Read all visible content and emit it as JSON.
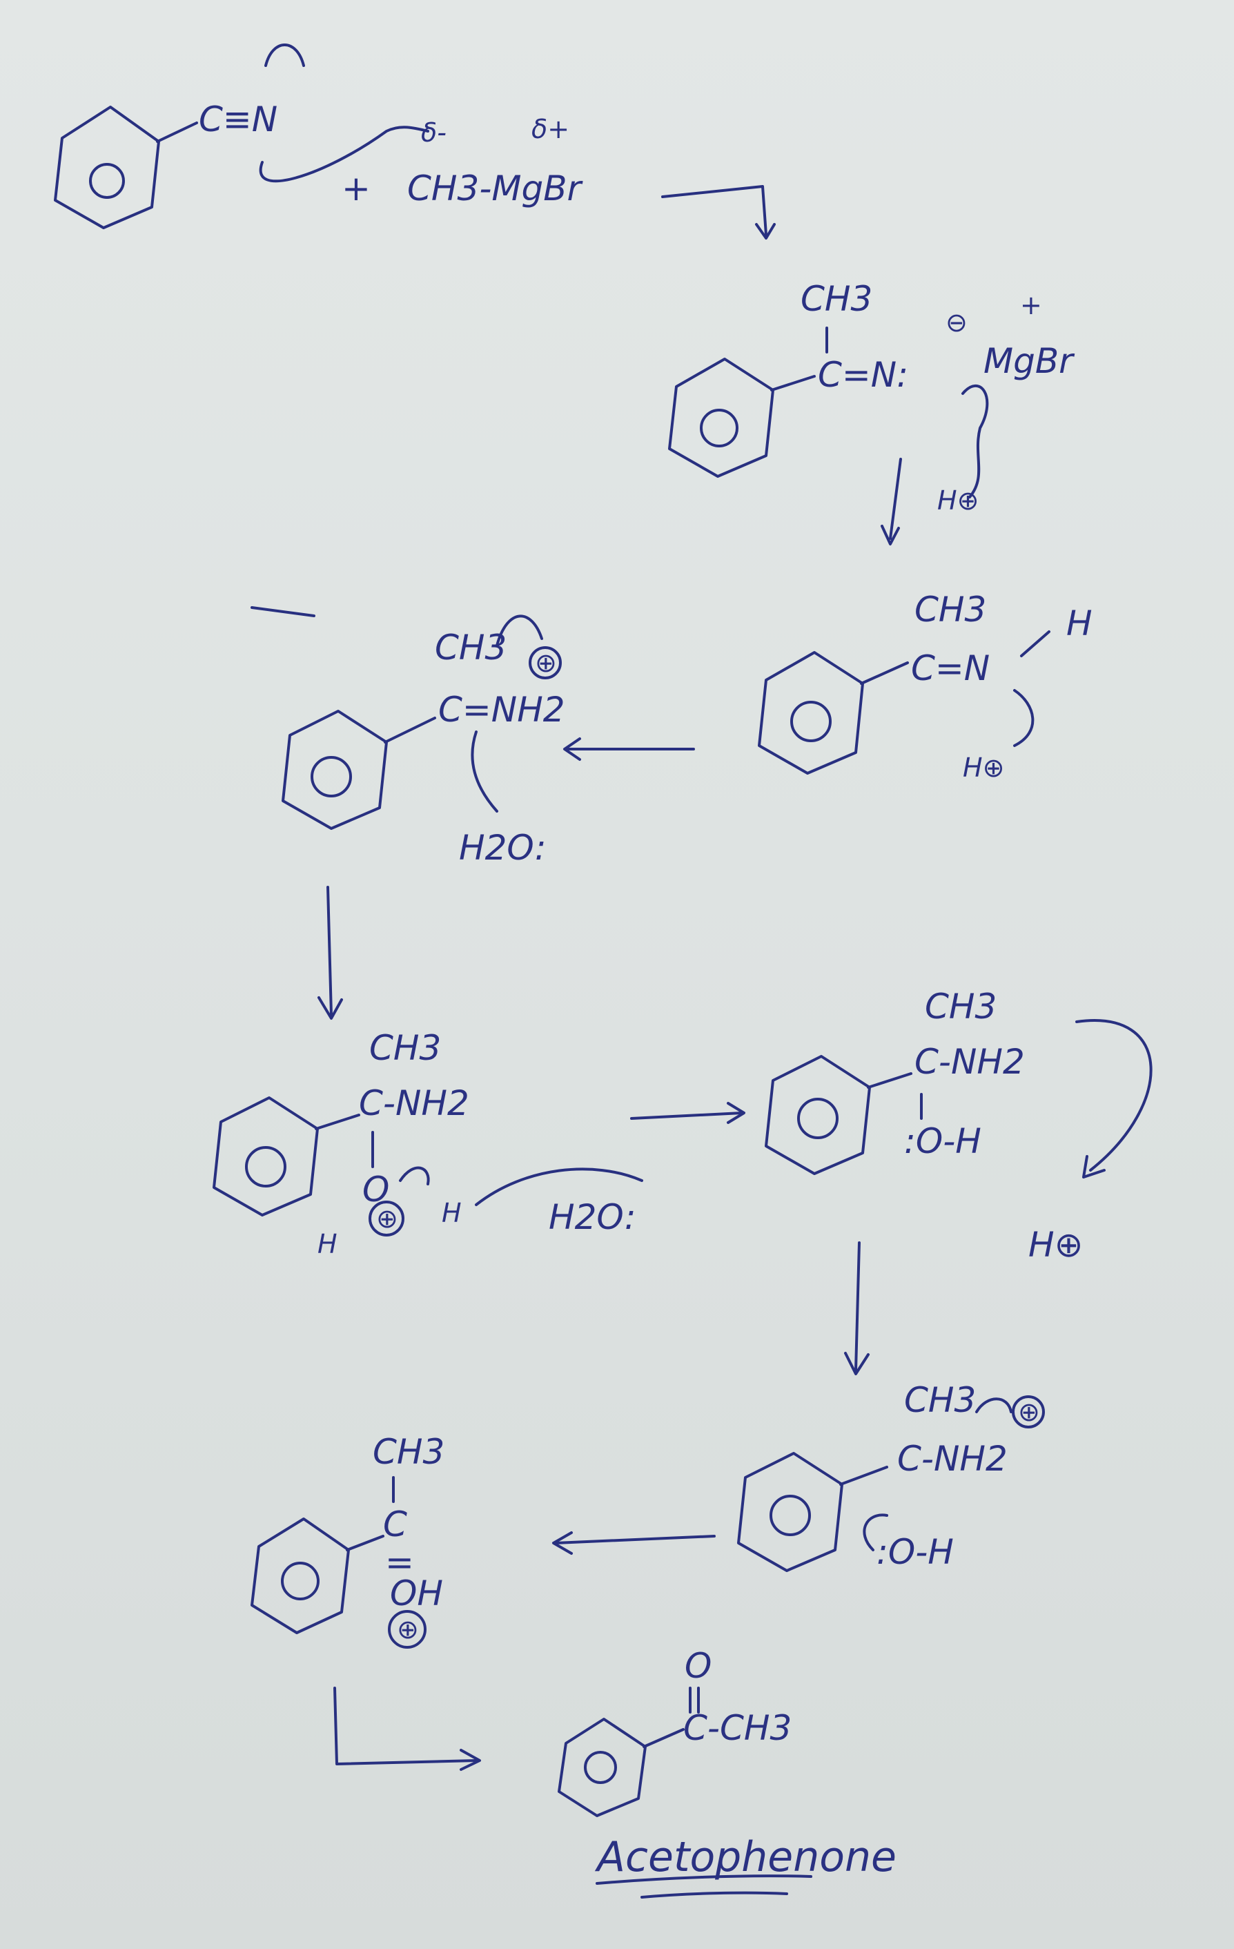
{
  "title": "Acetophenone",
  "colors": {
    "ink": "#283080",
    "paper": "#dfe4e3"
  },
  "reactants": {
    "nitrile": "C≡N",
    "partial_charges": {
      "neg": "δ-",
      "pos": "δ+"
    },
    "plus": "+",
    "grignard": "CH3-MgBr"
  },
  "steps": [
    {
      "methyl": "CH3",
      "group": "C=N:",
      "charge": "⊖",
      "counter": "MgBr",
      "counter_charge": "+",
      "reagent": "H⊕"
    },
    {
      "methyl": "CH3",
      "group": "C=N",
      "h": "H",
      "reagent": "H⊕"
    },
    {
      "methyl": "CH3",
      "group": "C=NH2",
      "charge": "⊕",
      "water": "H2O:"
    },
    {
      "methyl": "CH3",
      "group": "C-NH2",
      "oxygen": "O",
      "charge": "⊕",
      "h_left": "H",
      "h_right": "H",
      "water": "H2O:"
    },
    {
      "methyl": "CH3",
      "group": "C-NH2",
      "hydroxyl": ":O-H",
      "reagent": "H⊕"
    },
    {
      "methyl": "CH3",
      "group": "C-NH2",
      "charge": "⊕",
      "hydroxyl": ":O-H"
    },
    {
      "methyl": "CH3",
      "group": "C",
      "double": "=",
      "oxygen": "OH",
      "charge": "⊕"
    },
    {
      "oxygen": "O",
      "group": "C-CH3"
    }
  ]
}
